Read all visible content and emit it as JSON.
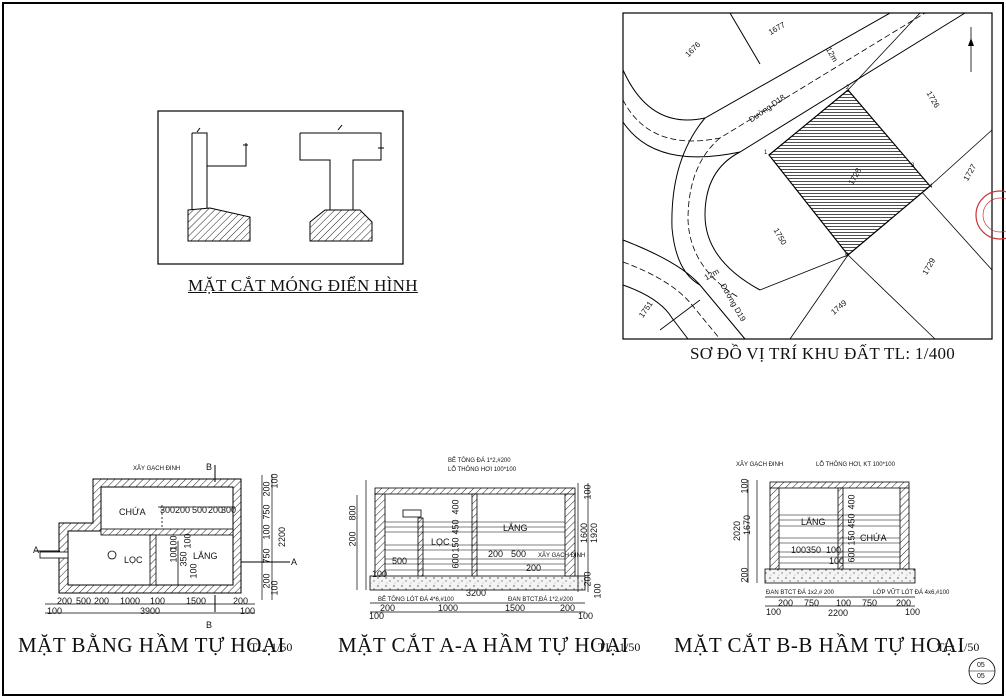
{
  "titles": {
    "foundation": "MẶT CẮT MÓNG ĐIỂN HÌNH",
    "site": "SƠ ĐỒ VỊ TRÍ KHU ĐẤT TL: 1/400",
    "plan": "MẶT BẰNG HẦM TỰ HOẠI",
    "plan_scale": "TL: 1/50",
    "section_aa": "MẶT CẮT A-A HẦM TỰ HOẠI",
    "section_aa_scale": "TL: 1/50",
    "section_bb": "MẶT CẮT B-B HẦM TỰ HOẠI",
    "section_bb_scale": "TL: 1/50"
  },
  "site_map": {
    "lots": [
      "1676",
      "1677",
      "1726",
      "1727",
      "1728",
      "1729",
      "1749",
      "1750",
      "1751"
    ],
    "road_d18": "Đường D18",
    "road_d19": "Đường D19",
    "road_width_1": "12m",
    "road_width_2": "12m",
    "vertices": [
      "1",
      "2",
      "3",
      "4",
      "5"
    ]
  },
  "plan": {
    "room_chua": "CHỨA",
    "room_loc": "LỌC",
    "room_lang": "LẮNG",
    "note_brick": "XÂY GẠCH ĐINH",
    "marker_a": "A",
    "marker_b": "B",
    "dims_bottom": [
      "200",
      "500",
      "200",
      "1000",
      "100",
      "1500",
      "200"
    ],
    "total_width": "3900",
    "dims_top_inner": [
      "300",
      "200",
      "500",
      "200",
      "300"
    ],
    "dims_right": [
      "200",
      "750",
      "100",
      "750",
      "200"
    ],
    "total_height": "2200",
    "dims_edge": [
      "100",
      "100",
      "100",
      "100"
    ],
    "dims_small": [
      "100",
      "100",
      "100",
      "350",
      "100"
    ]
  },
  "section_aa": {
    "room_loc": "LỌC",
    "room_lang": "LẮNG",
    "note_cover": "BÊ TÔNG ĐÁ 1*2,#200",
    "note_vent": "LỖ THÔNG HƠI 100*100",
    "note_brick": "XÂY GẠCH ĐINH",
    "note_base": "BÊ TÔNG LÓT ĐÁ 4*6,#100",
    "note_slab": "ĐAN BTCT,ĐÁ 1*2,#200",
    "dims_bottom": [
      "200",
      "1000",
      "1500",
      "200"
    ],
    "total_width": "3200",
    "dims_left": [
      "800",
      "200",
      "500",
      "100"
    ],
    "dims_mid": [
      "450",
      "150",
      "400",
      "600",
      "200",
      "500",
      "200"
    ],
    "dims_right": [
      "1600",
      "1920",
      "100",
      "200",
      "100"
    ],
    "dims_edge": [
      "100",
      "100"
    ]
  },
  "section_bb": {
    "room_lang": "LẮNG",
    "room_chua": "CHỨA",
    "note_brick": "XÂY GẠCH ĐINH",
    "note_vent": "LỖ THÔNG HƠI, KT 100*100",
    "note_slab": "ĐAN BTCT ĐÁ 1x2,# 200",
    "note_base": "LỚP VỮT LÓT ĐÁ 4x6,#100",
    "dims_bottom": [
      "200",
      "750",
      "100",
      "750",
      "200"
    ],
    "total_width": "2200",
    "dims_left": [
      "2020",
      "1670",
      "200",
      "100"
    ],
    "dims_mid": [
      "100",
      "350",
      "100",
      "450",
      "150",
      "400",
      "600",
      "100"
    ],
    "dims_edge": [
      "100",
      "100"
    ]
  },
  "sheet_number": {
    "top": "05",
    "bottom": "05"
  }
}
